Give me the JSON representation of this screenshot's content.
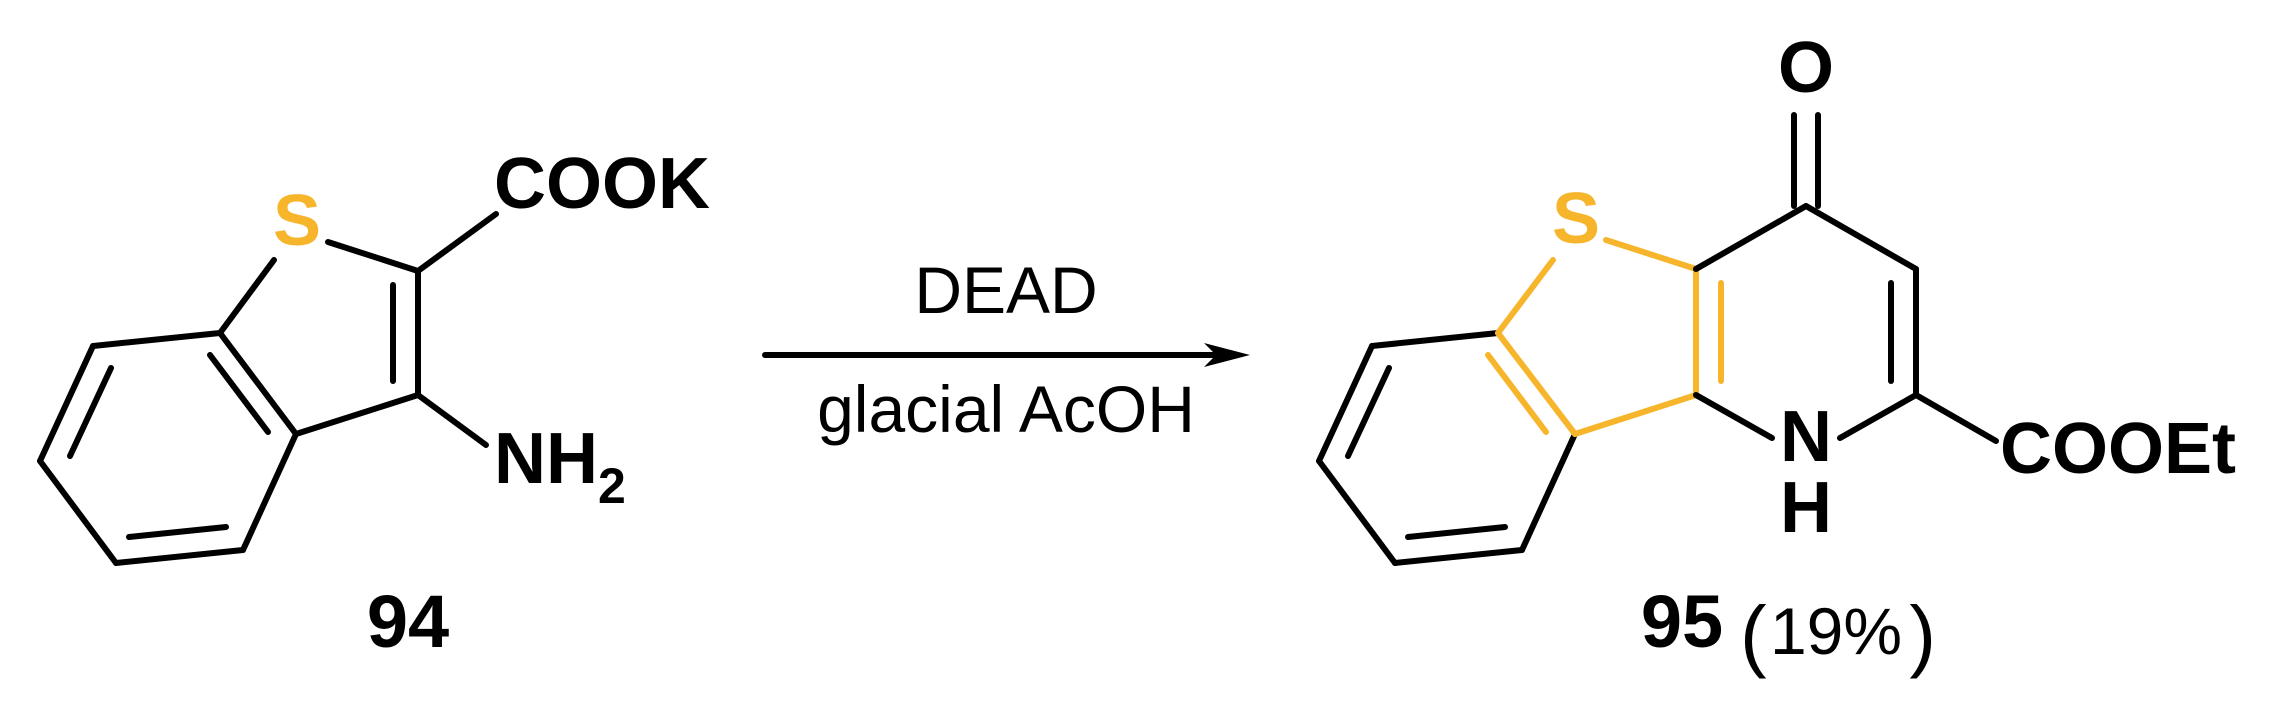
{
  "reactant": {
    "id": "94",
    "atoms": {
      "sulfur": "S",
      "carboxylate": "COOK",
      "amine": "NH",
      "amine_sub": "2"
    }
  },
  "conditions": {
    "reagent": "DEAD",
    "solvent": "glacial AcOH"
  },
  "product": {
    "id": "95",
    "yield_value": "19%",
    "paren_open": "(",
    "paren_close": ")",
    "atoms": {
      "sulfur": "S",
      "oxygen": "O",
      "nitrogen": "N",
      "hydrogen": "H",
      "ester": "COOEt"
    }
  },
  "colors": {
    "highlight": "#f7b52c",
    "ink": "#000000"
  }
}
